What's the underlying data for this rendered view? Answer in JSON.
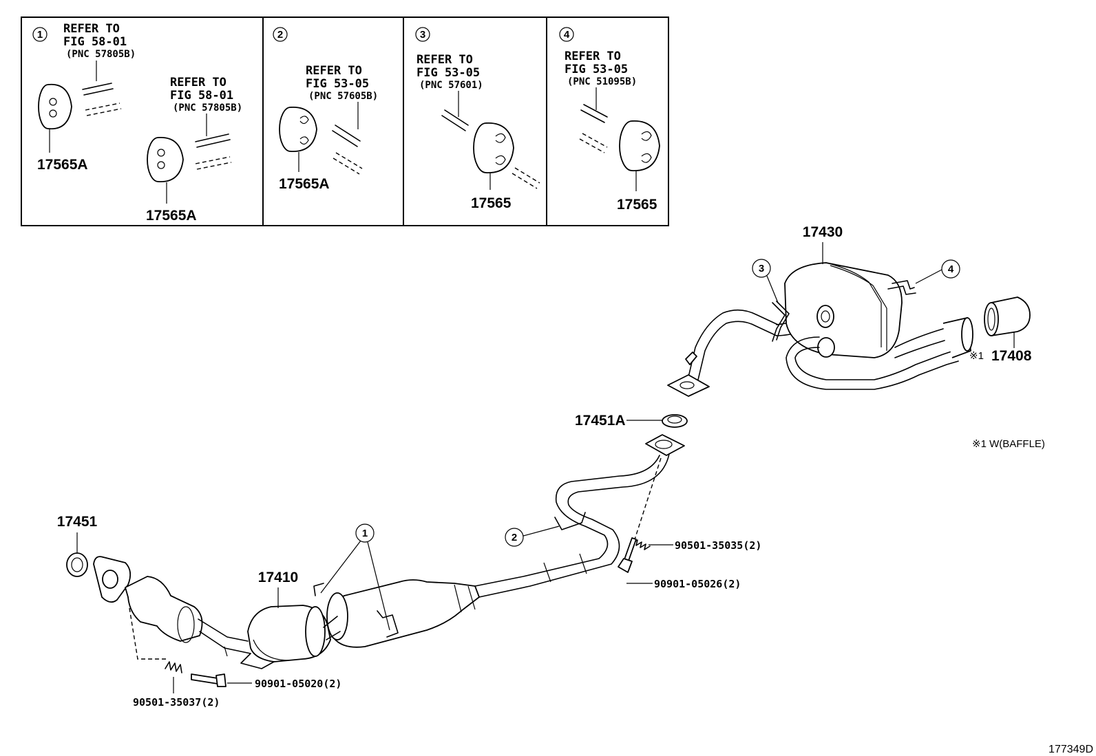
{
  "inset_boxes": [
    {
      "number": "1",
      "refs": [
        {
          "line1": "REFER TO",
          "line2": "FIG 58-01",
          "pnc": "(PNC 57805B)"
        },
        {
          "line1": "REFER TO",
          "line2": "FIG 58-01",
          "pnc": "(PNC 57805B)"
        }
      ],
      "parts": [
        "17565A",
        "17565A"
      ]
    },
    {
      "number": "2",
      "refs": [
        {
          "line1": "REFER TO",
          "line2": "FIG 53-05",
          "pnc": "(PNC 57605B)"
        }
      ],
      "parts": [
        "17565A"
      ]
    },
    {
      "number": "3",
      "refs": [
        {
          "line1": "REFER TO",
          "line2": "FIG 53-05",
          "pnc": "(PNC 57601)"
        }
      ],
      "parts": [
        "17565"
      ]
    },
    {
      "number": "4",
      "refs": [
        {
          "line1": "REFER TO",
          "line2": "FIG 53-05",
          "pnc": "(PNC 51095B)"
        }
      ],
      "parts": [
        "17565"
      ]
    }
  ],
  "parts": {
    "muffler": "17430",
    "tail_pipe_tip": "17408",
    "gasket_mid": "17451A",
    "gasket_front": "17451",
    "front_pipe": "17410"
  },
  "fasteners": {
    "spring_mid": "90501-35035(2)",
    "bolt_mid": "90901-05026(2)",
    "bolt_front": "90901-05020(2)",
    "spring_front": "90501-35037(2)"
  },
  "callouts": [
    "1",
    "2",
    "3",
    "4"
  ],
  "note": {
    "mark": "※1",
    "text": "※1 W(BAFFLE)"
  },
  "figure_id": "177349D"
}
